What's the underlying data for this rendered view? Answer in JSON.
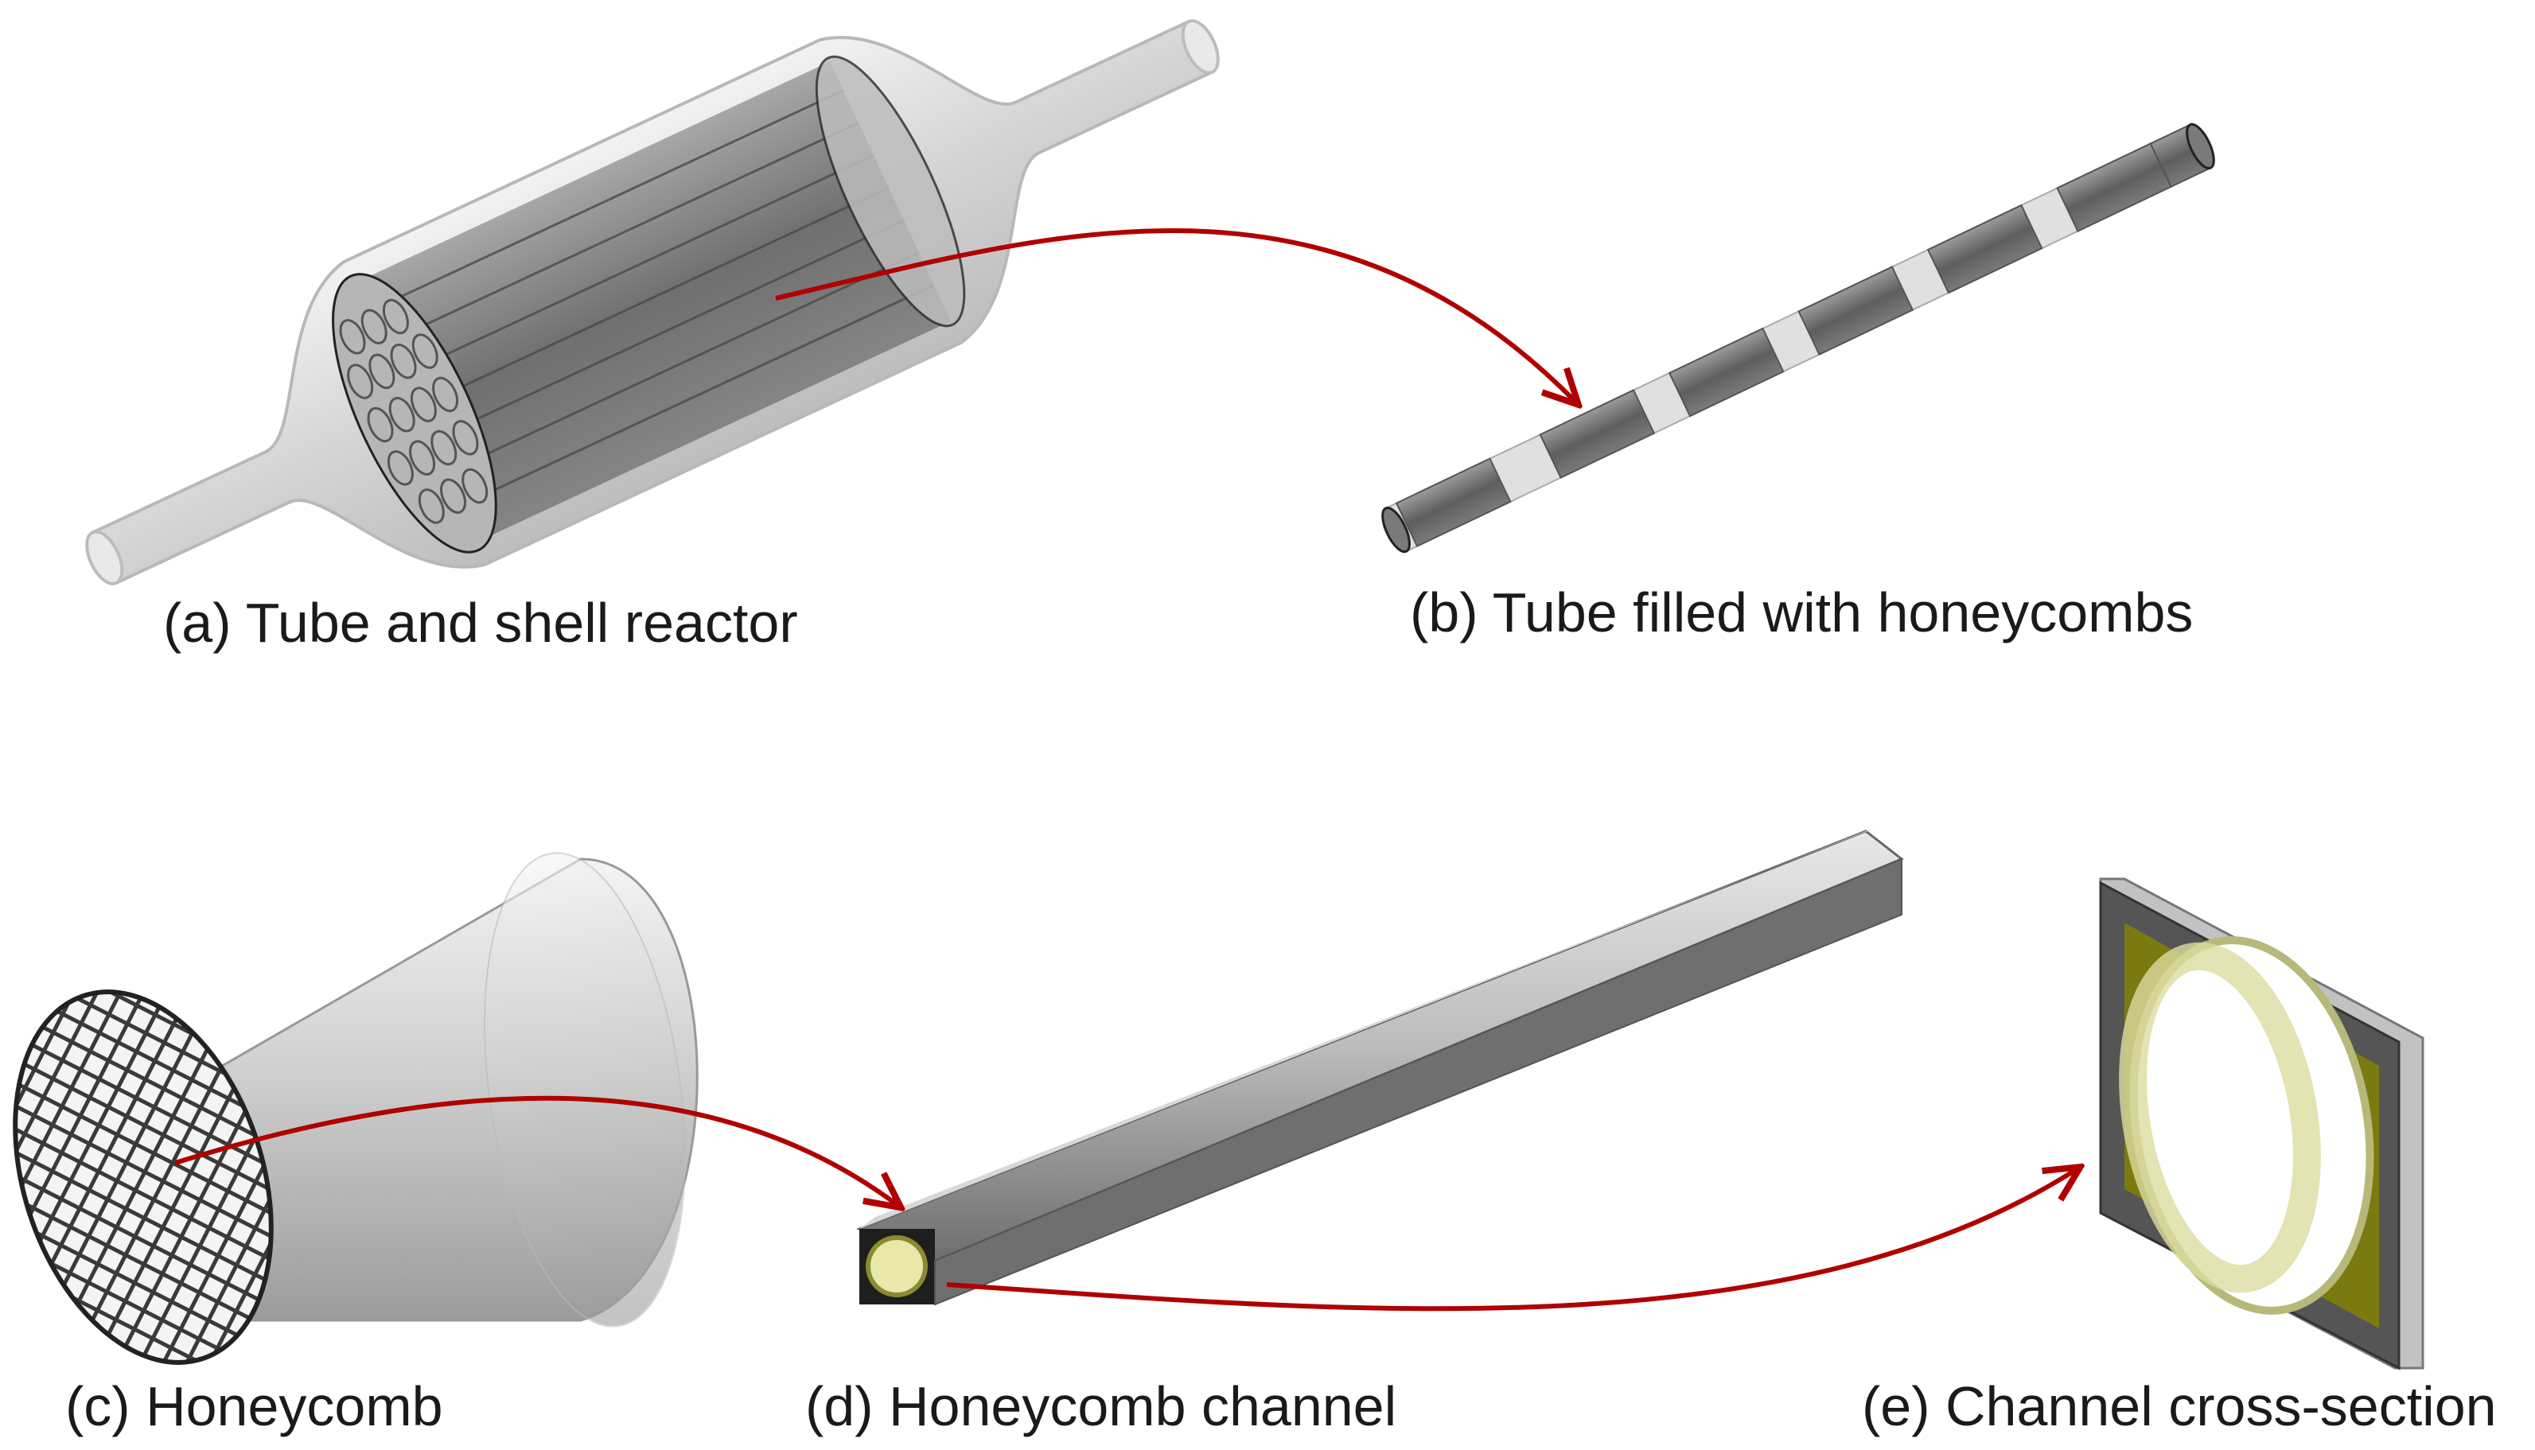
{
  "captions": {
    "a": "(a) Tube and shell reactor",
    "b": "(b) Tube filled with honeycombs",
    "c": "(c) Honeycomb",
    "d": "(d) Honeycomb channel",
    "e": "(e) Channel cross-section"
  },
  "colors": {
    "arrow": "#b00000",
    "tube_dark": "#6a6a6a",
    "shell_light": "#d9d9d9",
    "channel_gray": "#a8a8a8",
    "cross_section_yellow": "#7a7a10",
    "cross_section_inner": "#e6e6b0"
  }
}
